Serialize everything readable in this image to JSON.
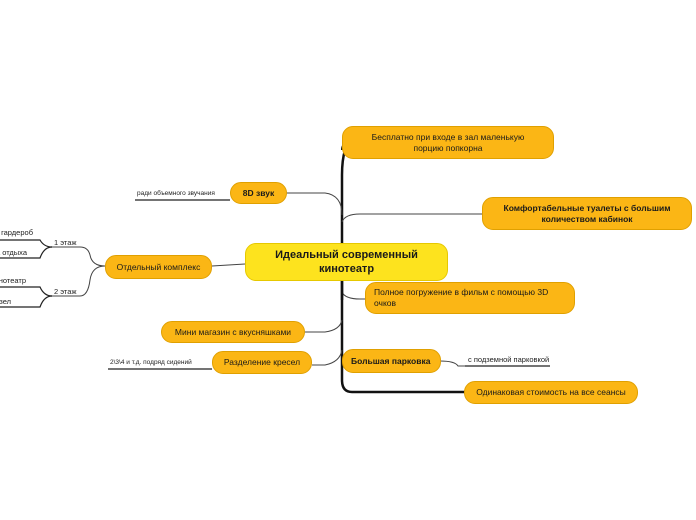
{
  "center": "Идеальный современный кинотеатр",
  "right_branches": {
    "popcorn": "Бесплатно при входе в зал маленькую порцию попкорна",
    "toilets": "Комфортабельные туалеты с большим количеством кабинок",
    "immersion": "Полное погружение в фильм с помощью 3D очков",
    "parking": "Большая парковка",
    "parking_sub": "с подземной парковкой",
    "price": "Одинаковая стоимость на все сеансы"
  },
  "left_branches": {
    "sound": "8D звук",
    "sound_sub": "ради объемного звучания",
    "complex": "Отдельный комплекс",
    "floor1": "1 этаж",
    "floor1_items": [
      "гардероб",
      "зона отдыха"
    ],
    "floor2": "2 этаж",
    "floor2_items": [
      "кинотеатр",
      "санузел"
    ],
    "shop": "Мини магазин с вкусняшками",
    "seats": "Разделение кресел",
    "seats_sub": "2\\3\\4 и т.д. подряд сидений"
  },
  "colors": {
    "center_fill": "#fde31e",
    "branch_fill": "#fbb615",
    "line": "#444444",
    "trunk": "#111111"
  }
}
